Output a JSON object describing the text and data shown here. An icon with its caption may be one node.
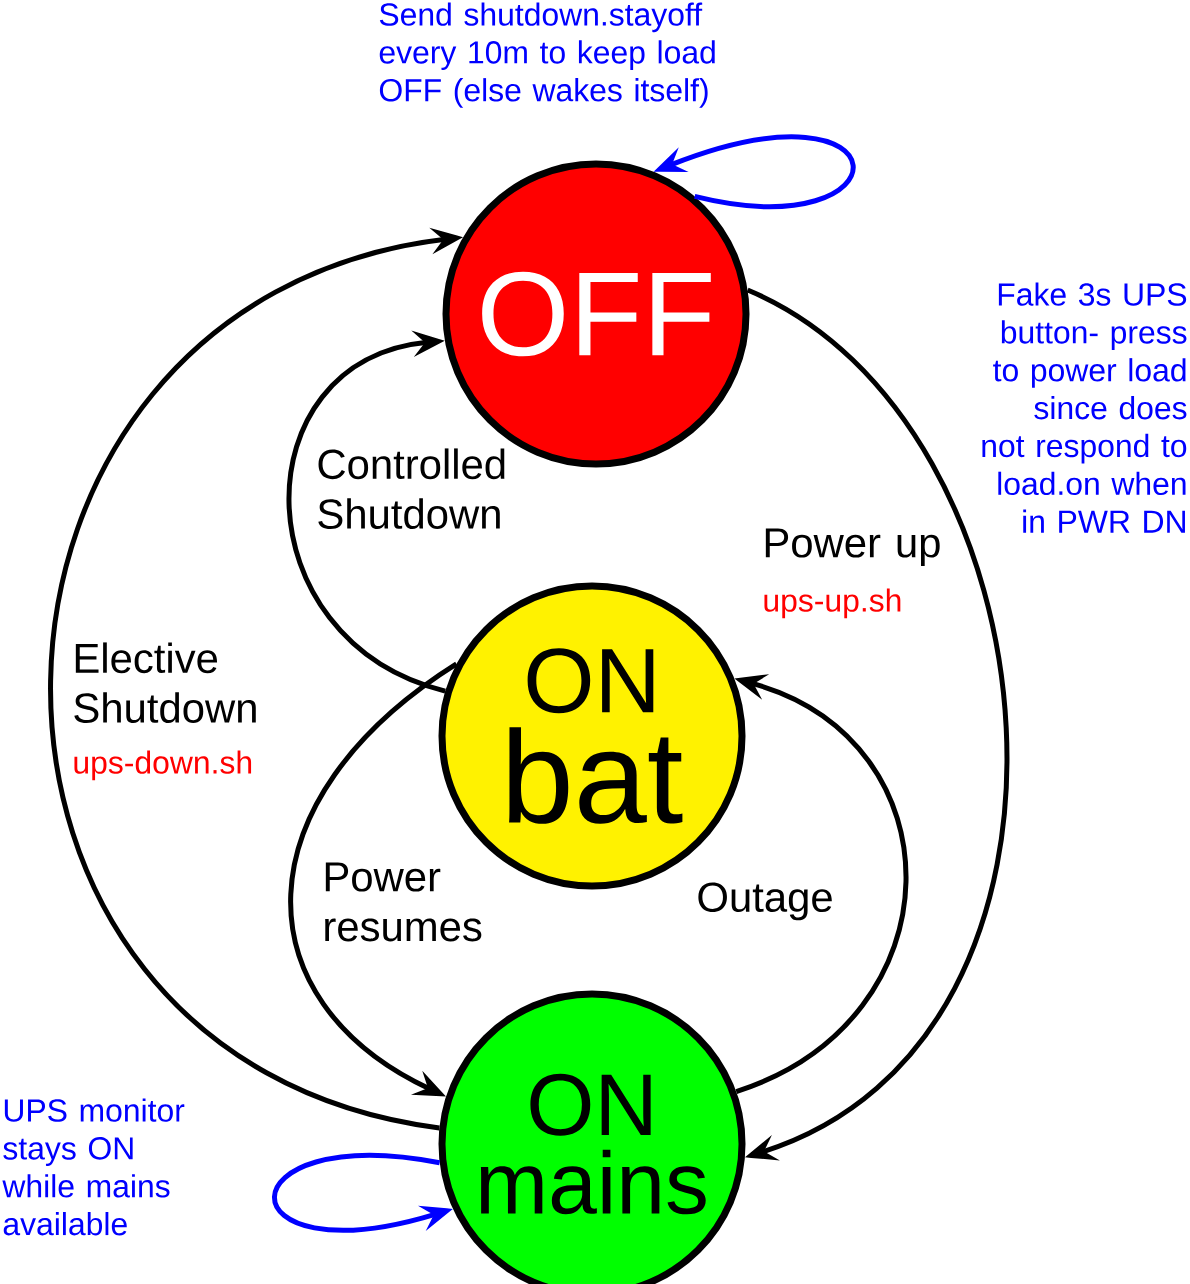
{
  "diagram": {
    "nodes": [
      {
        "text": [
          "OFF"
        ]
      },
      {
        "text": [
          "ON",
          "bat"
        ]
      },
      {
        "text": [
          "ON",
          "mains"
        ]
      }
    ],
    "edges": [
      {
        "from": 0,
        "to": 0,
        "arrow": "to",
        "color": "#0000ff",
        "label": "Send shutdown.stayoff every 10m to keep load OFF (else wakes itself)"
      },
      {
        "from": 0,
        "to": 2,
        "arrow": "to",
        "label": "Power up"
      },
      {
        "from": 2,
        "to": 0,
        "arrow": "to",
        "label": "Elective Shutdown"
      },
      {
        "from": 1,
        "to": 0,
        "arrow": "to",
        "label": "Controlled Shutdown"
      },
      {
        "from": 1,
        "to": 2,
        "arrow": "to",
        "label": "Power resumes"
      },
      {
        "from": 2,
        "to": 1,
        "arrow": "to",
        "label": "Outage"
      },
      {
        "from": 2,
        "to": 2,
        "arrow": "to",
        "color": "#0000ff",
        "label": "UPS monitor stays ON while mains available"
      }
    ],
    "labels": [
      "Fake 3s UPS button- press to power load since does not respond to load.on when in PWR DN",
      "ups-up.sh",
      "ups-down.sh"
    ]
  }
}
